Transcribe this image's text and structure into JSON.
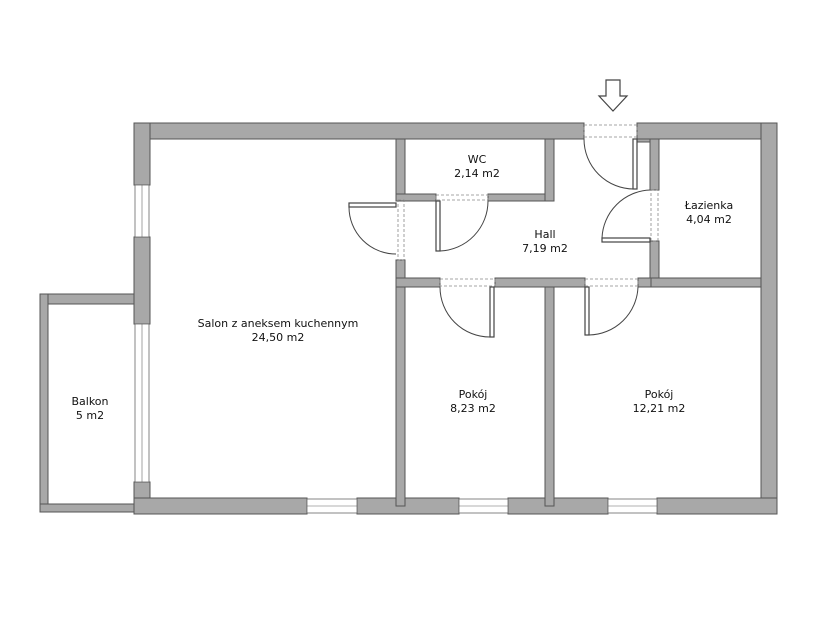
{
  "rooms": [
    {
      "name": "WC",
      "area": "2,14 m2"
    },
    {
      "name": "Łazienka",
      "area": "4,04 m2"
    },
    {
      "name": "Hall",
      "area": "7,19 m2"
    },
    {
      "name": "Salon z aneksem kuchennym",
      "area": "24,50 m2"
    },
    {
      "name": "Balkon",
      "area": "5 m2"
    },
    {
      "name": "Pokój",
      "area": "8,23 m2"
    },
    {
      "name": "Pokój",
      "area": "12,21 m2"
    }
  ],
  "colors": {
    "wall": "#a8a8a8",
    "wall_outline": "#555555",
    "background": "#ffffff"
  },
  "icons": {
    "entrance": "entrance-arrow-icon"
  }
}
